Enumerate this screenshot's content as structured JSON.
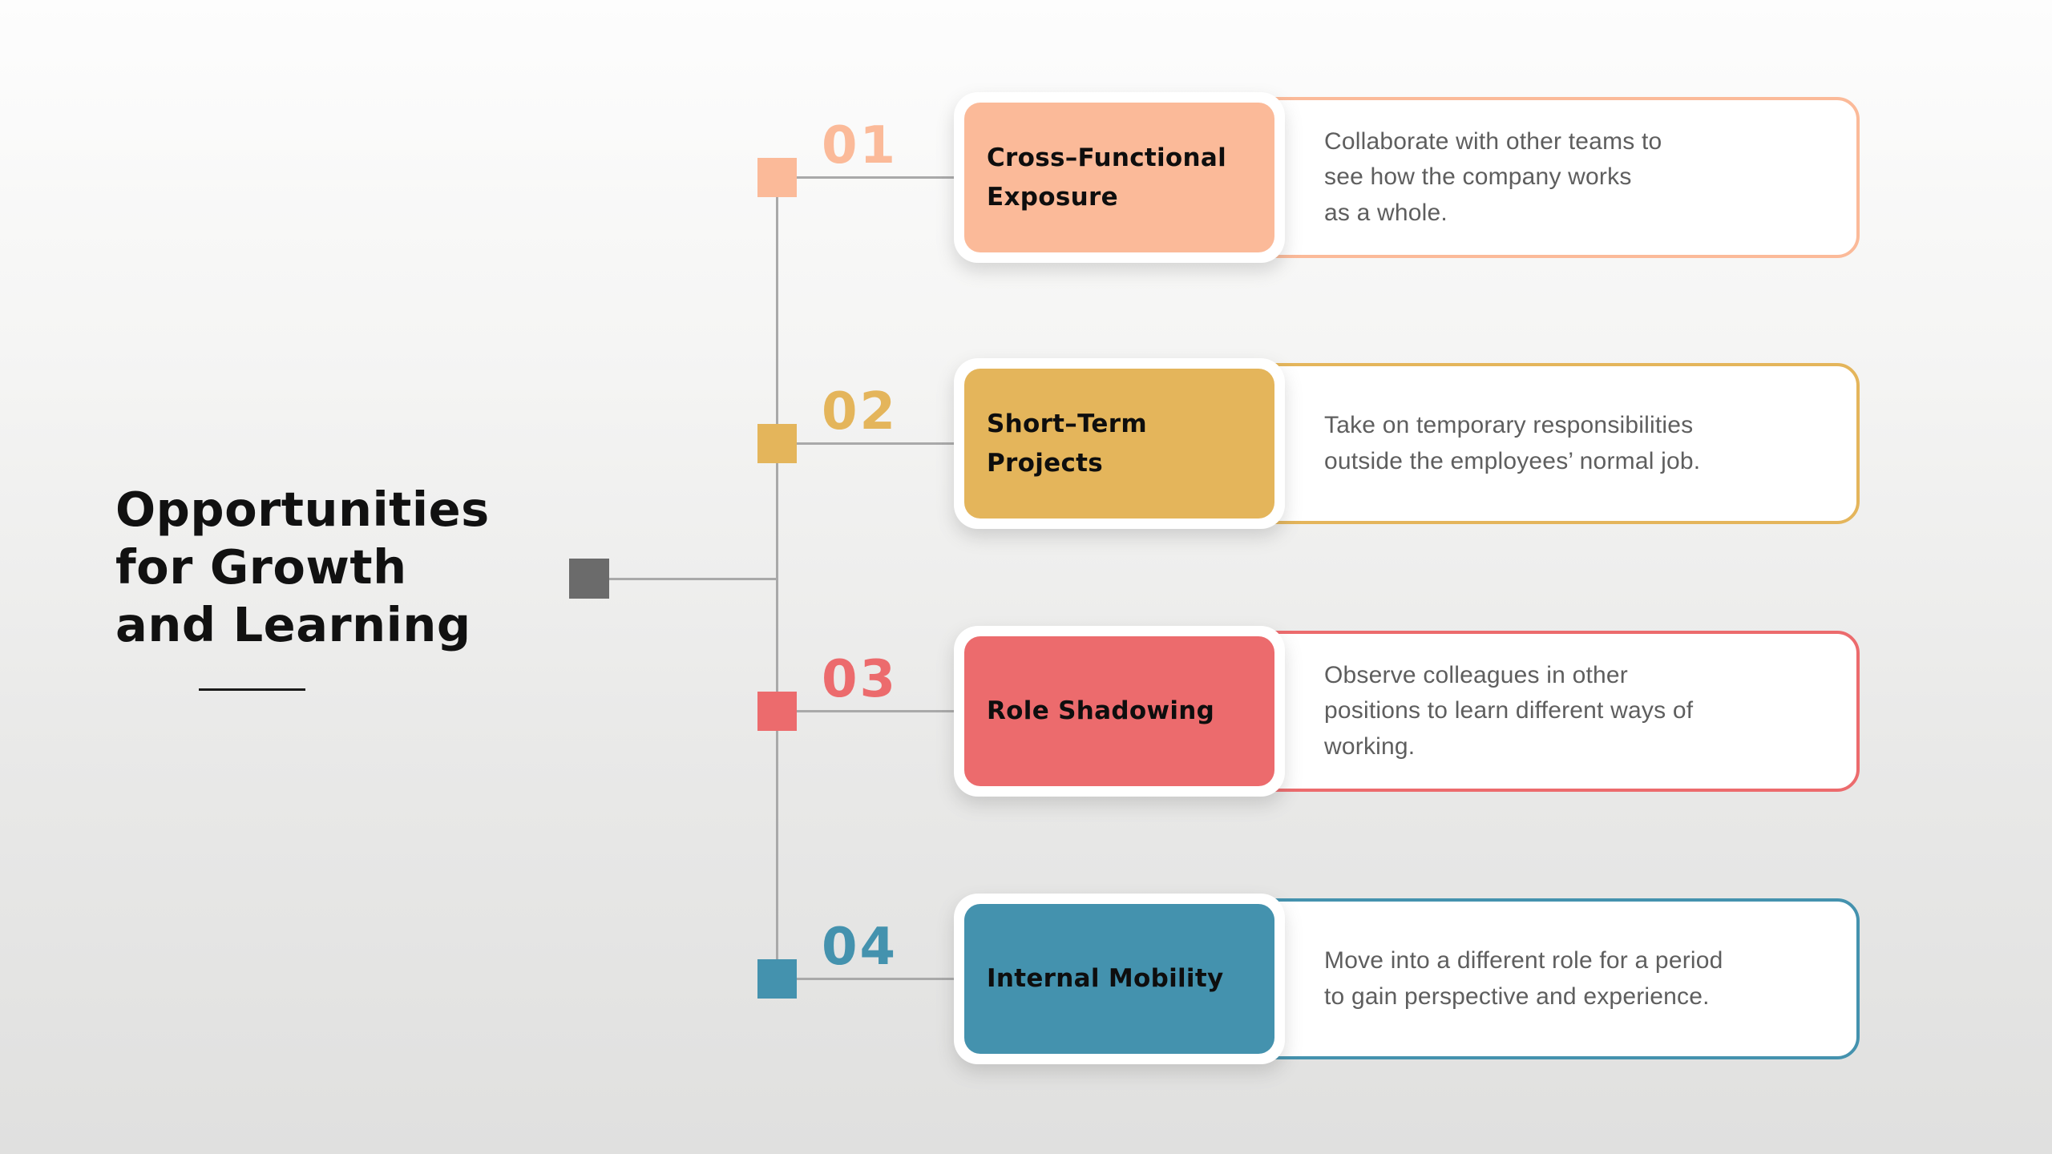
{
  "title": {
    "text": "Opportunities\nfor Growth\nand Learning"
  },
  "connector": {
    "node_color": "#6B6B6B",
    "line_color": "#A9A9A9"
  },
  "background": {
    "top": "#FDFDFD",
    "bottom": "#E0E0DF"
  },
  "items": [
    {
      "number": "01",
      "label": "Cross–Functional\nExposure",
      "description": "Collaborate with other teams to\nsee how the company works\nas a whole.",
      "color": "#FBBA99"
    },
    {
      "number": "02",
      "label": "Short–Term\nProjects",
      "description": "Take on temporary responsibilities\noutside the employees’ normal job.",
      "color": "#E4B55B"
    },
    {
      "number": "03",
      "label": "Role Shadowing",
      "description": "Observe colleagues in other\npositions to learn different ways of\nworking.",
      "color": "#EC6B6D"
    },
    {
      "number": "04",
      "label": "Internal Mobility",
      "description": "Move into a different role for a period\nto gain perspective and experience.",
      "color": "#4492AE"
    }
  ]
}
